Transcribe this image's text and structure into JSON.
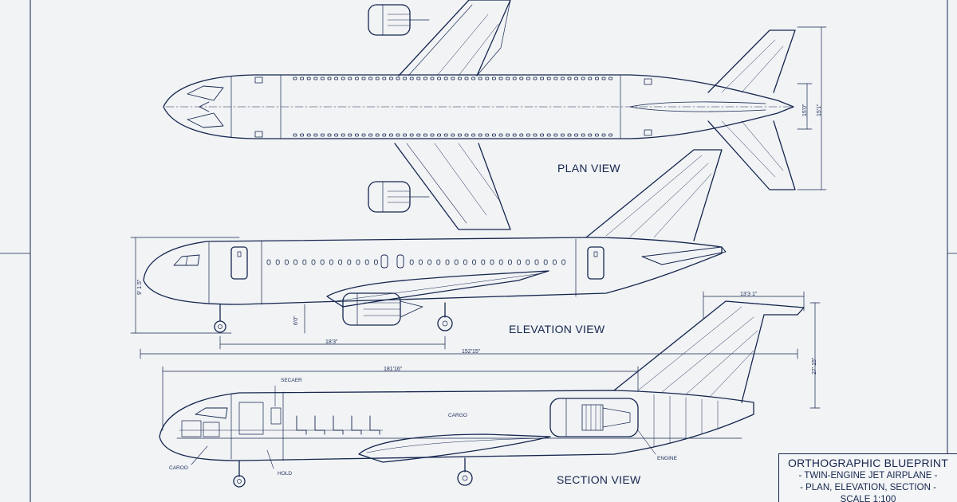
{
  "views": {
    "plan": "PLAN VIEW",
    "elevation": "ELEVATION VIEW",
    "section": "SECTION VIEW"
  },
  "dimensions": {
    "plan_tail_inner": "15'0\"",
    "plan_tail_outer": "15'1\"",
    "elevation_height": "9' 1.5\"",
    "elevation_gear_height": "6'0\"",
    "elevation_wheelbase": "18'3\"",
    "overall_length": "152'15\"",
    "tail_span": "13'3 1\"",
    "tail_height": "27' 15\"",
    "section_length": "181'16\""
  },
  "callouts": {
    "secaer": "SECAER",
    "cargo_hold": "CARGO",
    "cargo_nose": "CAROO",
    "hold": "HOLD",
    "engine": "ENGINE"
  },
  "title_block": {
    "title": "ORTHOGRAPHIC BLUEPRINT",
    "line1": "- TWIN-ENGINE JET AIRPLANE -",
    "line2": "- PLAN, ELEVATION, SECTION -",
    "line3": "SCALE 1:100"
  },
  "colors": {
    "paper": "#f1f3f5",
    "ink": "#15264f"
  }
}
